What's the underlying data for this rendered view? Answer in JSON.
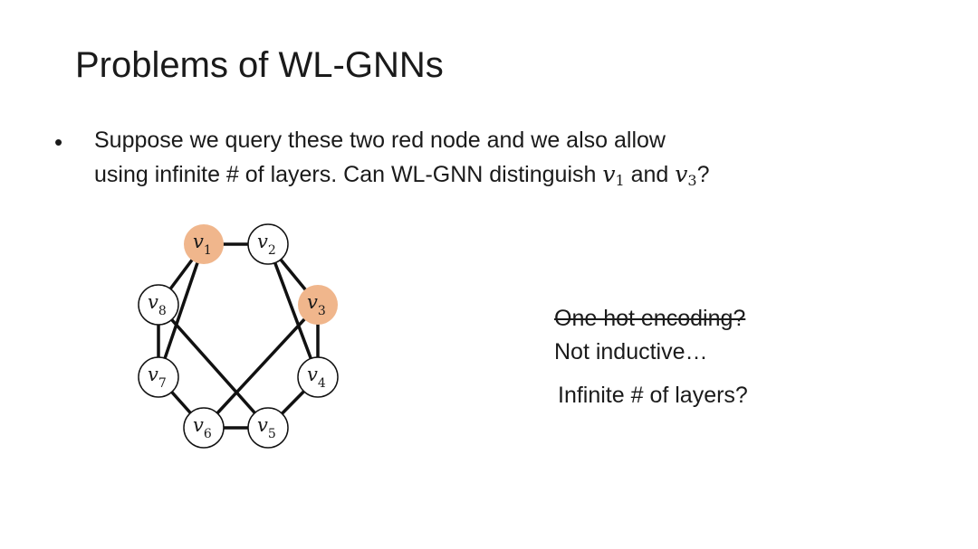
{
  "title": "Problems of WL-GNNs",
  "bullet": {
    "marker": "•",
    "line1": "Suppose we query these two red node and we also allow",
    "line2_prefix": "using infinite # of layers. Can WL-GNN distinguish ",
    "v_letter": "v",
    "sub1": "1",
    "and_word": " and ",
    "sub3": "3",
    "line2_suffix": "?"
  },
  "graph": {
    "highlight_color": "#f0b68c",
    "node_fill": "#ffffff",
    "edge_color": "#111111",
    "nodes": [
      {
        "id": "v1",
        "letter": "v",
        "sub": "1",
        "highlighted": true
      },
      {
        "id": "v2",
        "letter": "v",
        "sub": "2",
        "highlighted": false
      },
      {
        "id": "v3",
        "letter": "v",
        "sub": "3",
        "highlighted": true
      },
      {
        "id": "v4",
        "letter": "v",
        "sub": "4",
        "highlighted": false
      },
      {
        "id": "v5",
        "letter": "v",
        "sub": "5",
        "highlighted": false
      },
      {
        "id": "v6",
        "letter": "v",
        "sub": "6",
        "highlighted": false
      },
      {
        "id": "v7",
        "letter": "v",
        "sub": "7",
        "highlighted": false
      },
      {
        "id": "v8",
        "letter": "v",
        "sub": "8",
        "highlighted": false
      }
    ],
    "edges": [
      [
        "v1",
        "v2"
      ],
      [
        "v1",
        "v8"
      ],
      [
        "v1",
        "v7"
      ],
      [
        "v2",
        "v3"
      ],
      [
        "v2",
        "v4"
      ],
      [
        "v3",
        "v4"
      ],
      [
        "v3",
        "v6"
      ],
      [
        "v4",
        "v5"
      ],
      [
        "v5",
        "v6"
      ],
      [
        "v5",
        "v8"
      ],
      [
        "v6",
        "v7"
      ],
      [
        "v7",
        "v8"
      ]
    ]
  },
  "notes": {
    "struck": "One hot encoding?",
    "inductive": "Not inductive…",
    "layers": "Infinite # of layers?"
  }
}
